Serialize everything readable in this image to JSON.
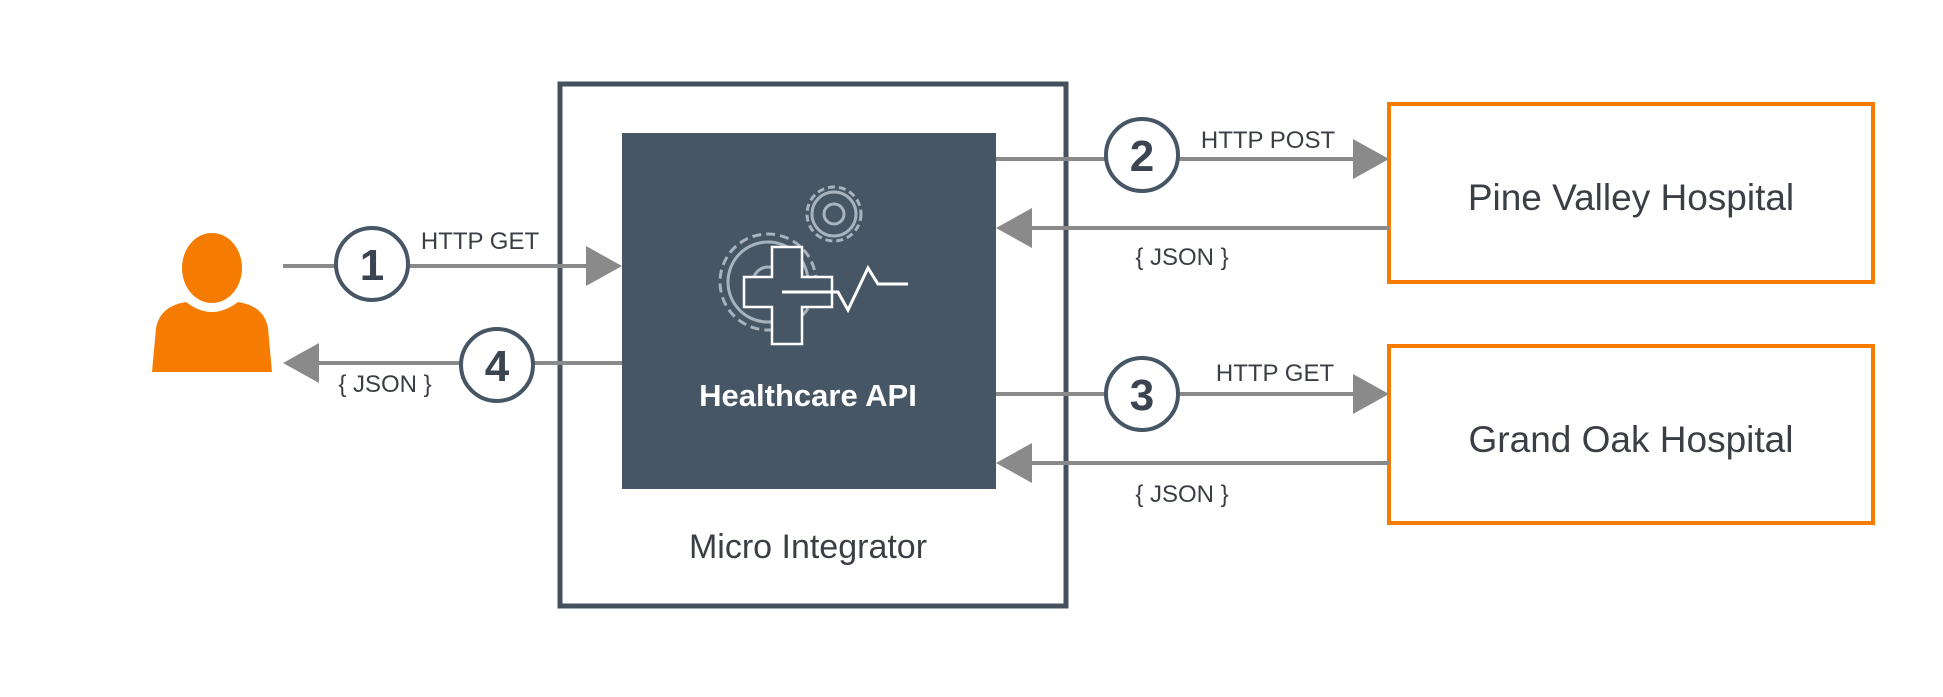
{
  "user": {
    "icon": "user-icon",
    "color": "#f57c00"
  },
  "integrator": {
    "label": "Micro Integrator",
    "border_color": "#45505f"
  },
  "api": {
    "label": "Healthcare API",
    "fill_color": "#465665",
    "icon": "healthcare-gears-cross-icon"
  },
  "hospitals": [
    {
      "label": "Pine Valley Hospital",
      "border_color": "#f57c00"
    },
    {
      "label": "Grand Oak Hospital",
      "border_color": "#f57c00"
    }
  ],
  "steps": [
    {
      "number": "1",
      "label": "HTTP GET"
    },
    {
      "number": "2",
      "label": "HTTP POST"
    },
    {
      "number": "3",
      "label": "HTTP GET"
    },
    {
      "number": "4",
      "label": "{ JSON }"
    }
  ],
  "responses": [
    {
      "label": "{ JSON }"
    },
    {
      "label": "{ JSON }"
    }
  ],
  "arrow_color": "#8a8a8a"
}
